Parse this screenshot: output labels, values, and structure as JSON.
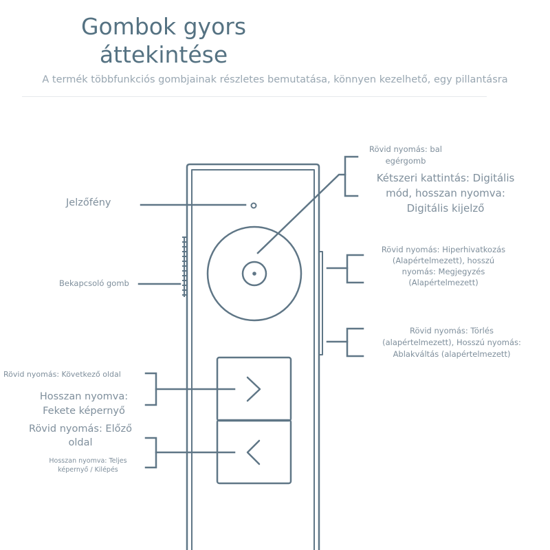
{
  "header": {
    "title_line1": "Gombok gyors",
    "title_line2": "áttekintése",
    "subtitle": "A termék többfunkciós gombjainak részletes bemutatása, könnyen kezelhető, egy pillantásra"
  },
  "callouts": {
    "indicator": "Jelzőfény",
    "power": "Bekapcsoló gomb",
    "main_short_l1": "Rövid nyomás: bal",
    "main_short_l2": "egérgomb",
    "main_double_l1": "Kétszeri kattintás: Digitális",
    "main_double_l2": "mód, hosszan nyomva:",
    "main_double_l3": "Digitális kijelző",
    "side_upper_l1": "Rövid nyomás: Hiperhivatkozás",
    "side_upper_l2": "(Alapértelmezett), hosszú",
    "side_upper_l3": "nyomás: Megjegyzés",
    "side_upper_l4": "(Alapértelmezett)",
    "side_lower_l1": "Rövid nyomás: Törlés",
    "side_lower_l2": "(alapértelmezett), Hosszú nyomás:",
    "side_lower_l3": "Ablakváltás (alapértelmezett)",
    "next_short": "Rövid nyomás: Következő oldal",
    "next_long_l1": "Hosszan nyomva:",
    "next_long_l2": "Fekete képernyő",
    "prev_short_l1": "Rövid nyomás: Előző",
    "prev_short_l2": "oldal",
    "prev_long_l1": "Hosszan nyomva: Teljes",
    "prev_long_l2": "képernyő / Kilépés"
  },
  "colors": {
    "outline": "#5f7686",
    "text": "#7f8f9c",
    "title": "#557282"
  }
}
